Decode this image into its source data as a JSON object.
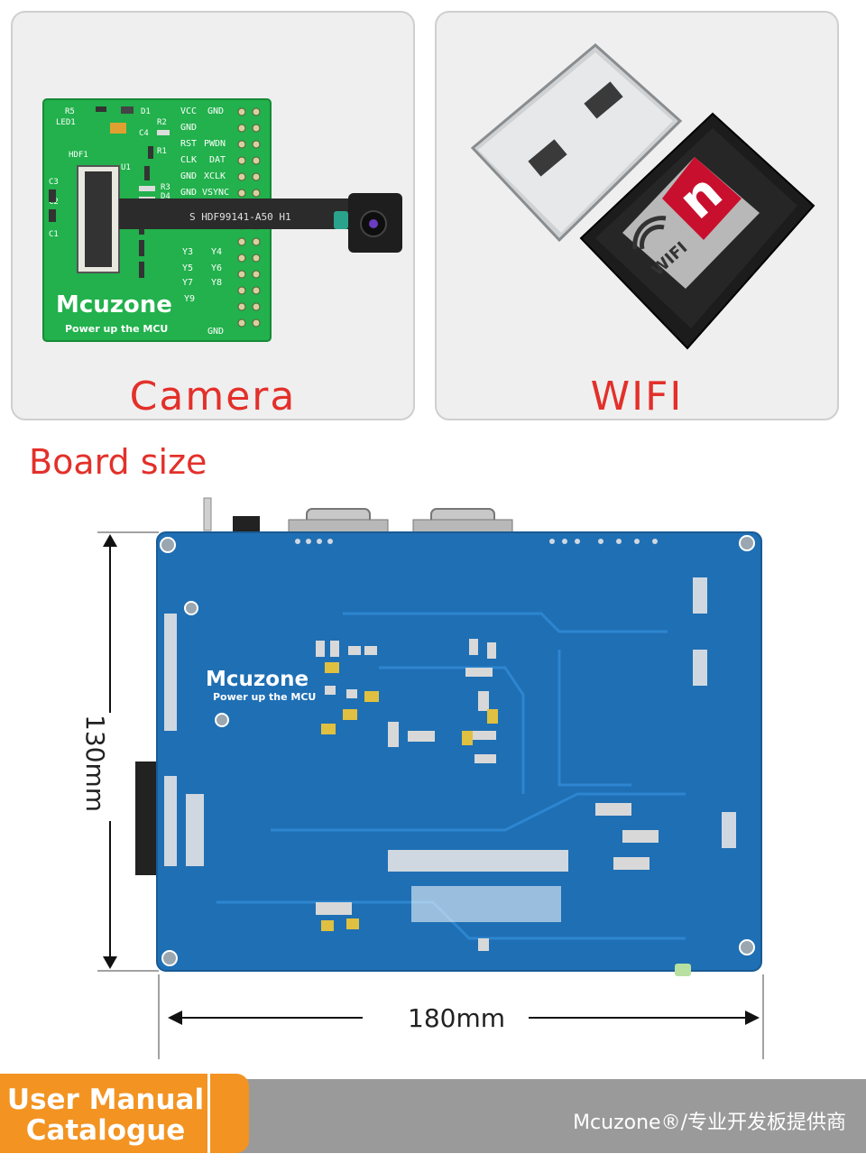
{
  "cards": {
    "camera": {
      "label": "Camera",
      "module": {
        "brand": "Mcuzone",
        "tagline": "Power up the MCU",
        "ribbon_text": "S   HDF99141-A50  H1",
        "pins_left": [
          "VCC",
          "GND",
          "RST",
          "CLK",
          "GND",
          "GND"
        ],
        "pins_right": [
          "GND",
          "PWDN",
          "DAT",
          "XCLK",
          "VSYNC"
        ],
        "pins_y": [
          "Y3",
          "Y4",
          "Y5",
          "Y6",
          "Y7",
          "Y8",
          "Y9"
        ],
        "bottom_pin": "GND",
        "silkscreen": [
          "R5",
          "D1",
          "LED1",
          "R2",
          "C4",
          "R1",
          "HDF1",
          "U1",
          "C3",
          "C2",
          "R3",
          "D4",
          "C1"
        ]
      }
    },
    "wifi": {
      "label": "WIFI",
      "logo_letter": "n",
      "logo_text": "WIFI"
    }
  },
  "board_size": {
    "title": "Board size",
    "height_label": "130mm",
    "width_label": "180mm",
    "board": {
      "brand": "Mcuzone",
      "tagline": "Power up the MCU"
    }
  },
  "footer": {
    "tab_line1": "User Manual",
    "tab_line2": "Catalogue",
    "brand": "Mcuzone®/专业开发板提供商"
  },
  "colors": {
    "accent_red": "#e3302a",
    "footer_orange": "#f39322",
    "footer_gray": "#9a9a9a",
    "pcb_green": "#22b14c",
    "pcb_blue": "#1f6fb4"
  }
}
